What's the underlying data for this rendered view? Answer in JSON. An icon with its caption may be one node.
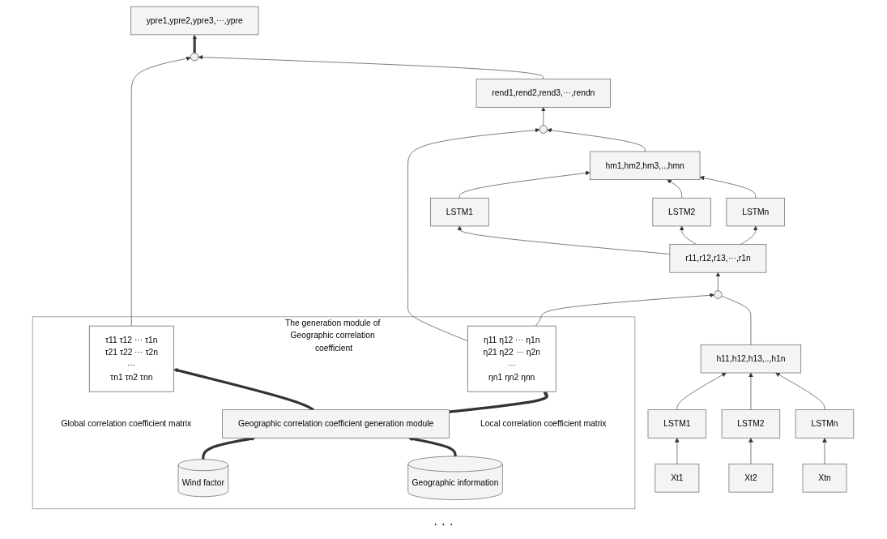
{
  "diagram": {
    "nodes": [
      {
        "text": [
          "The generation module of Geographic correlation coefficient"
        ]
      },
      {
        "text": [
          "Wind factor"
        ],
        "in": 0
      },
      {
        "text": [
          "Geographic correlation coefficient generation module"
        ],
        "in": 0
      },
      {
        "text": [
          "τ11 τ12 ⋯ τ1n",
          "τ21 τ22 ⋯ τ2n",
          "⋯",
          "τn1 τn2 τnn"
        ],
        "in": 0,
        "beside": [
          "Global correlation coefficient matrix"
        ]
      },
      {
        "text": [
          "Geographic information"
        ],
        "in": 0
      },
      {
        "text": [
          "η11 η12 ⋯ η1n",
          "η21 η22 ⋯ η2n",
          "⋯",
          "ηn1 ηn2 ηnn"
        ],
        "in": 0,
        "beside": [
          "Local correlation coefficient matrix"
        ]
      },
      {
        "text": [
          "ypre1,ypre2,ypre3,⋯,ypre"
        ]
      },
      {
        "text": [],
        "shape": "circle"
      },
      {
        "text": [
          "rend1,rend2,rend3,⋯,rendn"
        ]
      },
      {
        "text": [],
        "shape": "circle"
      },
      {
        "text": [
          "hm1,hm2,hm3,..,hmn"
        ]
      },
      {
        "text": [
          "LSTM1"
        ]
      },
      {
        "text": [
          "LSTM2"
        ]
      },
      {
        "text": [
          "LSTMn"
        ]
      },
      {
        "text": [
          "r11,r12,r13,⋯,r1n"
        ]
      },
      {
        "text": [],
        "shape": "circle"
      },
      {
        "text": [
          "h11,h12,h13,..,h1n"
        ]
      },
      {
        "text": [
          "LSTM1"
        ]
      },
      {
        "text": [
          "LSTM2"
        ]
      },
      {
        "text": [
          "LSTMn"
        ]
      },
      {
        "text": [
          "Xt1"
        ]
      },
      {
        "text": [
          "Xt2"
        ]
      },
      {
        "text": [
          "Xtn"
        ]
      }
    ],
    "edges": [
      {
        "from": 1,
        "to": 2,
        "arrow": "to",
        "style": "thick"
      },
      {
        "from": 4,
        "to": 2,
        "arrow": "to",
        "style": "thick"
      },
      {
        "from": 2,
        "to": 3,
        "arrow": "to",
        "style": "thick"
      },
      {
        "from": 2,
        "to": 5,
        "arrow": "to",
        "style": "thick"
      },
      {
        "from": 3,
        "to": 7,
        "arrow": "to"
      },
      {
        "from": 8,
        "to": 7,
        "arrow": "to"
      },
      {
        "from": 7,
        "to": 6,
        "arrow": "to",
        "style": "thick",
        "color": "#404040"
      },
      {
        "from": 5,
        "to": 9,
        "arrow": "to"
      },
      {
        "from": 10,
        "to": 9,
        "arrow": "to"
      },
      {
        "from": 9,
        "to": 8,
        "arrow": "to"
      },
      {
        "from": 11,
        "to": 10,
        "arrow": "to"
      },
      {
        "from": 12,
        "to": 10,
        "arrow": "to"
      },
      {
        "from": 13,
        "to": 10,
        "arrow": "to"
      },
      {
        "from": 14,
        "to": 11,
        "arrow": "to"
      },
      {
        "from": 14,
        "to": 12,
        "arrow": "to"
      },
      {
        "from": 14,
        "to": 13,
        "arrow": "to"
      },
      {
        "from": 5,
        "to": 15,
        "arrow": "to"
      },
      {
        "from": 16,
        "to": 15,
        "arrow": "none"
      },
      {
        "from": 15,
        "to": 14,
        "arrow": "to"
      },
      {
        "from": 17,
        "to": 16,
        "arrow": "to"
      },
      {
        "from": 18,
        "to": 16,
        "arrow": "to"
      },
      {
        "from": 19,
        "to": 16,
        "arrow": "to"
      },
      {
        "from": 20,
        "to": 17,
        "arrow": "to"
      },
      {
        "from": 21,
        "to": 18,
        "arrow": "to"
      },
      {
        "from": 22,
        "to": 19,
        "arrow": "to"
      }
    ],
    "labels": [
      "· · ·"
    ]
  }
}
